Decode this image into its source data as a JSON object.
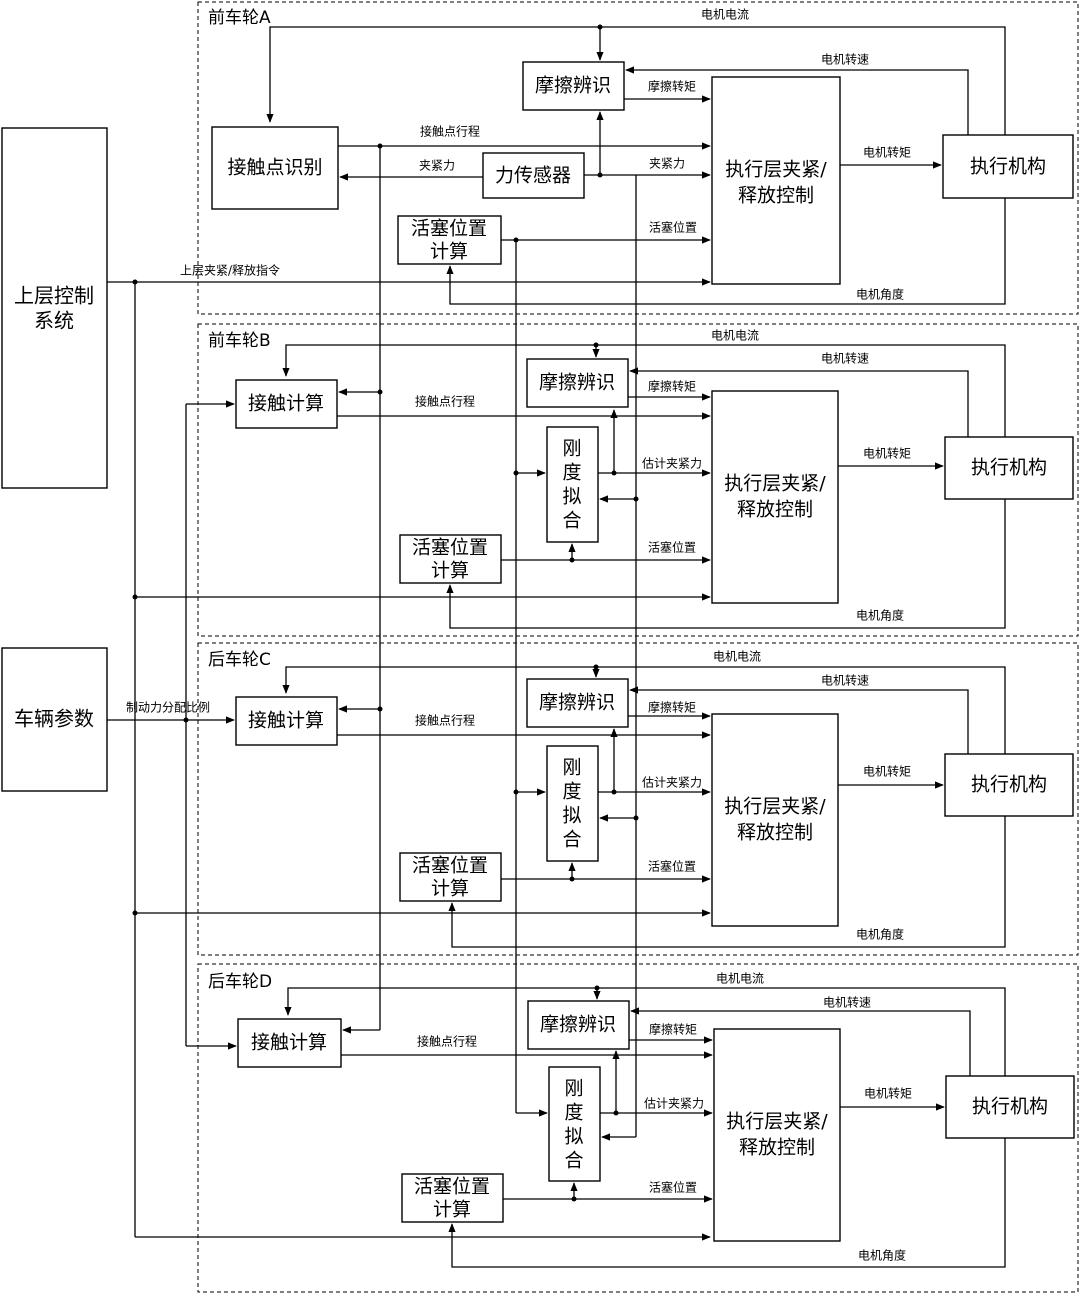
{
  "left": {
    "upper_control": [
      "上层控制",
      "系统"
    ],
    "vehicle_params": "车辆参数",
    "cmd_label": "上层夹紧/释放指令",
    "ratio_label": "制动力分配比例"
  },
  "panel_a": {
    "title": "前车轮A",
    "contact_ident": "接触点识别",
    "friction_ident": "摩擦辨识",
    "force_sensor": "力传感器",
    "piston_calc": [
      "活塞位置",
      "计算"
    ],
    "exec_ctrl": [
      "执行层夹紧/",
      "释放控制"
    ],
    "actuator": "执行机构",
    "labels": {
      "motor_current": "电机电流",
      "motor_speed": "电机转速",
      "friction_torque": "摩擦转矩",
      "contact_travel": "接触点行程",
      "clamp_force_left": "夹紧力",
      "clamp_force_right": "夹紧力",
      "piston_position": "活塞位置",
      "motor_torque": "电机转矩",
      "motor_angle": "电机角度"
    }
  },
  "panel_b": {
    "title": "前车轮B",
    "contact_calc": "接触计算",
    "friction_ident": "摩擦辨识",
    "stiffness_fit": [
      "刚",
      "度",
      "拟",
      "合"
    ],
    "piston_calc": [
      "活塞位置",
      "计算"
    ],
    "exec_ctrl": [
      "执行层夹紧/",
      "释放控制"
    ],
    "actuator": "执行机构",
    "labels": {
      "motor_current": "电机电流",
      "motor_speed": "电机转速",
      "friction_torque": "摩擦转矩",
      "contact_travel": "接触点行程",
      "est_clamp_force": "估计夹紧力",
      "piston_position": "活塞位置",
      "motor_torque": "电机转矩",
      "motor_angle": "电机角度"
    }
  },
  "panel_c": {
    "title": "后车轮C",
    "contact_calc": "接触计算",
    "friction_ident": "摩擦辨识",
    "stiffness_fit": [
      "刚",
      "度",
      "拟",
      "合"
    ],
    "piston_calc": [
      "活塞位置",
      "计算"
    ],
    "exec_ctrl": [
      "执行层夹紧/",
      "释放控制"
    ],
    "actuator": "执行机构",
    "labels": {
      "motor_current": "电机电流",
      "motor_speed": "电机转速",
      "friction_torque": "摩擦转矩",
      "contact_travel": "接触点行程",
      "est_clamp_force": "估计夹紧力",
      "piston_position": "活塞位置",
      "motor_torque": "电机转矩",
      "motor_angle": "电机角度"
    }
  },
  "panel_d": {
    "title": "后车轮D",
    "contact_calc": "接触计算",
    "friction_ident": "摩擦辨识",
    "stiffness_fit": [
      "刚",
      "度",
      "拟",
      "合"
    ],
    "piston_calc": [
      "活塞位置",
      "计算"
    ],
    "exec_ctrl": [
      "执行层夹紧/",
      "释放控制"
    ],
    "actuator": "执行机构",
    "labels": {
      "motor_current": "电机电流",
      "motor_speed": "电机转速",
      "friction_torque": "摩擦转矩",
      "contact_travel": "接触点行程",
      "est_clamp_force": "估计夹紧力",
      "piston_position": "活塞位置",
      "motor_torque": "电机转矩",
      "motor_angle": "电机角度"
    }
  }
}
